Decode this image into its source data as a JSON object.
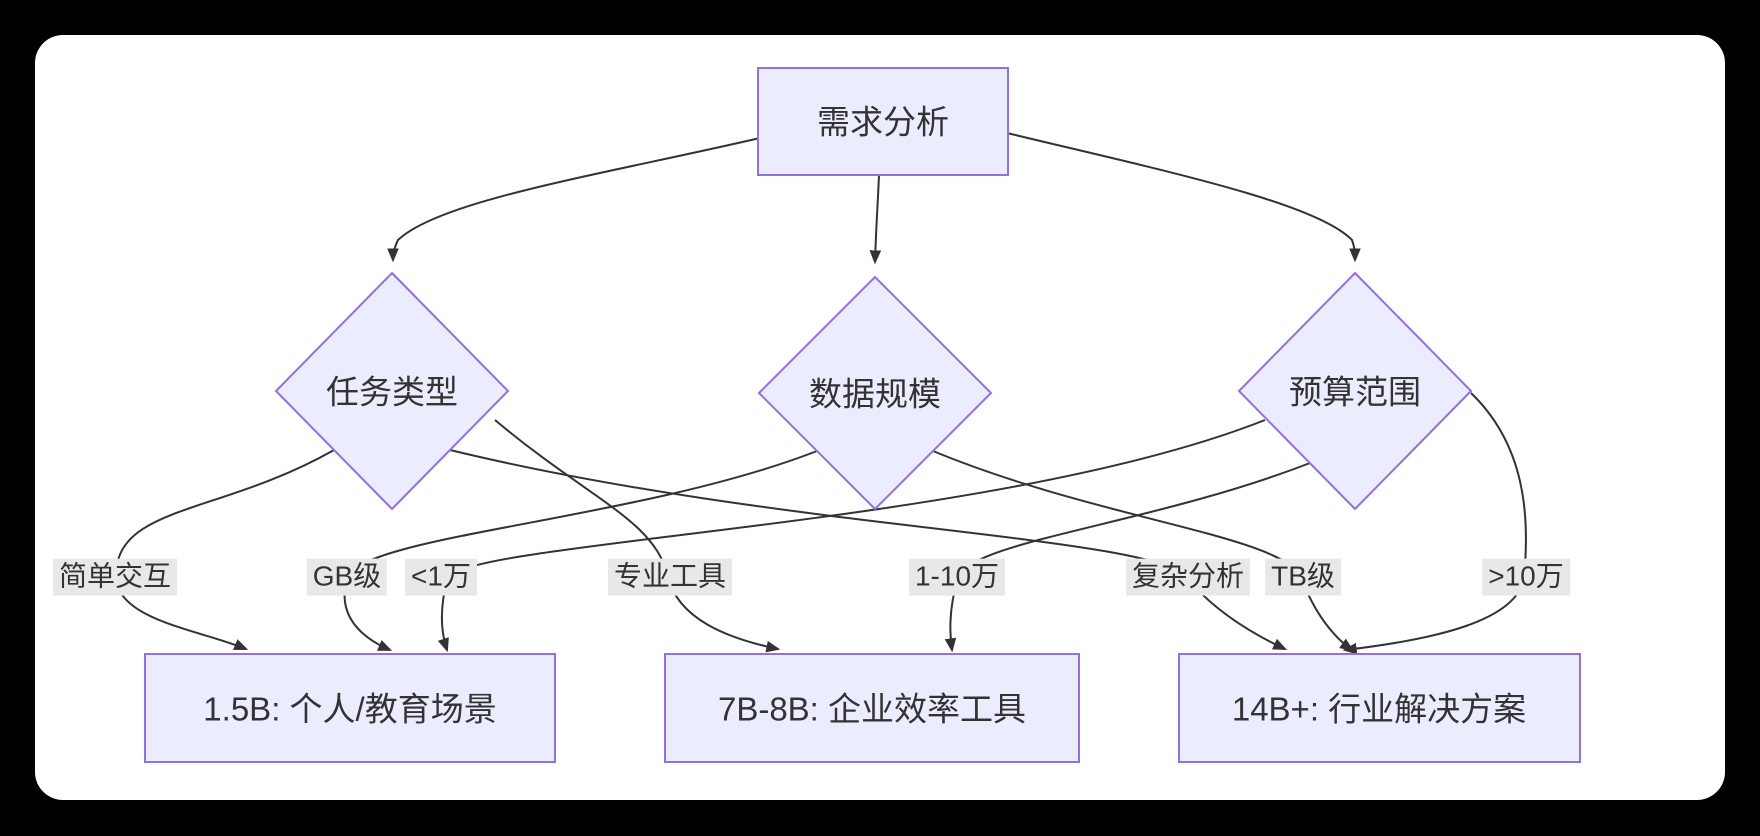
{
  "canvas": {
    "background_color": "#000000",
    "surface_color": "#ffffff"
  },
  "colors": {
    "node_fill": "#ECECFF",
    "node_border": "#9370DB",
    "edge_line": "#333333",
    "edge_label_bg": "#e8e8e8",
    "text": "#333333"
  },
  "nodes": {
    "requirement": {
      "label": "需求分析",
      "shape": "rect"
    },
    "task_type": {
      "label": "任务类型",
      "shape": "diamond"
    },
    "data_scale": {
      "label": "数据规模",
      "shape": "diamond"
    },
    "budget_range": {
      "label": "预算范围",
      "shape": "diamond"
    },
    "model_15b": {
      "label": "1.5B: 个人/教育场景",
      "shape": "rect"
    },
    "model_7b8b": {
      "label": "7B-8B: 企业效率工具",
      "shape": "rect"
    },
    "model_14bplus": {
      "label": "14B+: 行业解决方案",
      "shape": "rect"
    }
  },
  "edges": [
    {
      "from": "需求分析",
      "to": "任务类型",
      "label": ""
    },
    {
      "from": "需求分析",
      "to": "数据规模",
      "label": ""
    },
    {
      "from": "需求分析",
      "to": "预算范围",
      "label": ""
    },
    {
      "from": "任务类型",
      "to": "1.5B: 个人/教育场景",
      "label": "简单交互"
    },
    {
      "from": "数据规模",
      "to": "1.5B: 个人/教育场景",
      "label": "GB级"
    },
    {
      "from": "预算范围",
      "to": "1.5B: 个人/教育场景",
      "label": "<1万"
    },
    {
      "from": "任务类型",
      "to": "7B-8B: 企业效率工具",
      "label": "专业工具"
    },
    {
      "from": "预算范围",
      "to": "7B-8B: 企业效率工具",
      "label": "1-10万"
    },
    {
      "from": "任务类型",
      "to": "14B+: 行业解决方案",
      "label": "复杂分析"
    },
    {
      "from": "数据规模",
      "to": "14B+: 行业解决方案",
      "label": "TB级"
    },
    {
      "from": "预算范围",
      "to": "14B+: 行业解决方案",
      "label": ">10万"
    }
  ]
}
